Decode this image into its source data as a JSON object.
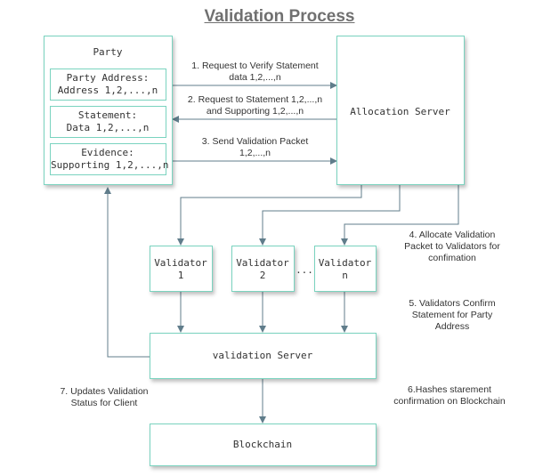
{
  "title": "Validation Process",
  "colors": {
    "box_border": "#7ad3bf",
    "arrow": "#607d8b",
    "text": "#333333",
    "title": "#707070"
  },
  "party": {
    "label": "Party",
    "address": {
      "line1": "Party Address:",
      "line2": "Address 1,2,...,n"
    },
    "statement": {
      "line1": "Statement:",
      "line2": "Data 1,2,...,n"
    },
    "evidence": {
      "line1": "Evidence:",
      "line2": "Supporting 1,2,...,n"
    }
  },
  "allocation_server": {
    "label": "Allocation Server"
  },
  "validators": [
    {
      "line1": "Validator",
      "line2": "1"
    },
    {
      "line1": "Validator",
      "line2": "2"
    },
    {
      "line1": "Validator",
      "line2": "n"
    }
  ],
  "ellipsis": "...",
  "validation_server": {
    "label": "validation Server"
  },
  "blockchain": {
    "label": "Blockchain"
  },
  "steps": {
    "s1": {
      "line1": "1. Request to Verify Statement",
      "line2": "data 1,2,...,n"
    },
    "s2": {
      "line1": "2. Request to Statement 1,2,...,n",
      "line2": "and Supporting 1,2,...,n"
    },
    "s3": {
      "line1": "3. Send Validation Packet",
      "line2": "1,2,...,n"
    },
    "s4": {
      "line1": "4. Allocate Validation",
      "line2": "Packet to Validators for",
      "line3": "confimation"
    },
    "s5": {
      "line1": "5. Validators Confirm",
      "line2": "Statement for Party",
      "line3": "Address"
    },
    "s6": {
      "line1": "6.Hashes starement",
      "line2": "confirmation on Blockchain"
    },
    "s7": {
      "line1": "7. Updates Validation",
      "line2": "Status for Client"
    }
  }
}
